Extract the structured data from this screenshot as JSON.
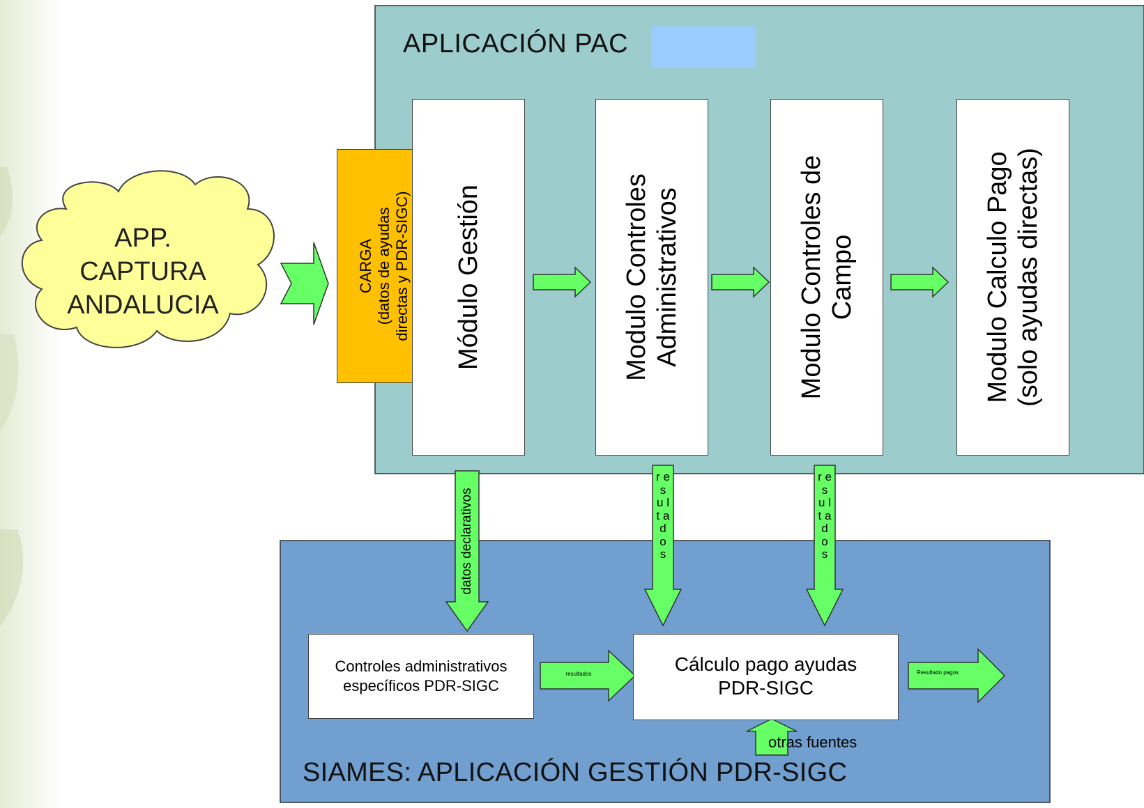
{
  "colors": {
    "pac_panel": "#9ccccc",
    "siames_panel": "#709fd0",
    "carga_box": "#ffc000",
    "cloud": "#ffff99",
    "arrow": "#66ff66",
    "module_box": "#ffffff",
    "redaction": "#99ccff"
  },
  "pac": {
    "title": "APLICACIÓN PAC"
  },
  "cloud": {
    "lines": [
      "APP.",
      "CAPTURA",
      "ANDALUCIA"
    ]
  },
  "carga": {
    "lines": [
      "CARGA",
      "(datos de ayudas",
      "directas y PDR-SIGC)"
    ]
  },
  "modules": {
    "gestion": {
      "lines": [
        "Módulo Gestión"
      ]
    },
    "controles_admin": {
      "lines": [
        "Modulo Controles",
        "Administrativos"
      ]
    },
    "controles_campo": {
      "lines": [
        "Modulo Controles de",
        "Campo"
      ]
    },
    "calculo_pago": {
      "lines": [
        "Modulo Calculo Pago",
        "(solo ayudas directas)"
      ]
    }
  },
  "vertical_arrows": {
    "datos_declarativos": "datos declarativos",
    "resultados_admin": "r e s u l t a d o s",
    "resultados_campo": "r e s u l t a d o s"
  },
  "siames": {
    "title": "SIAMES: APLICACIÓN GESTIÓN PDR-SIGC",
    "controles_box": {
      "lines": [
        "Controles administrativos",
        "específicos PDR-SIGC"
      ]
    },
    "calculo_box": {
      "lines": [
        "Cálculo pago ayudas",
        "PDR-SIGC"
      ]
    },
    "arrow_resultados": "resultados",
    "arrow_resultado_pagos": "Resultado pagos",
    "otras_fuentes": "otras fuentes"
  }
}
